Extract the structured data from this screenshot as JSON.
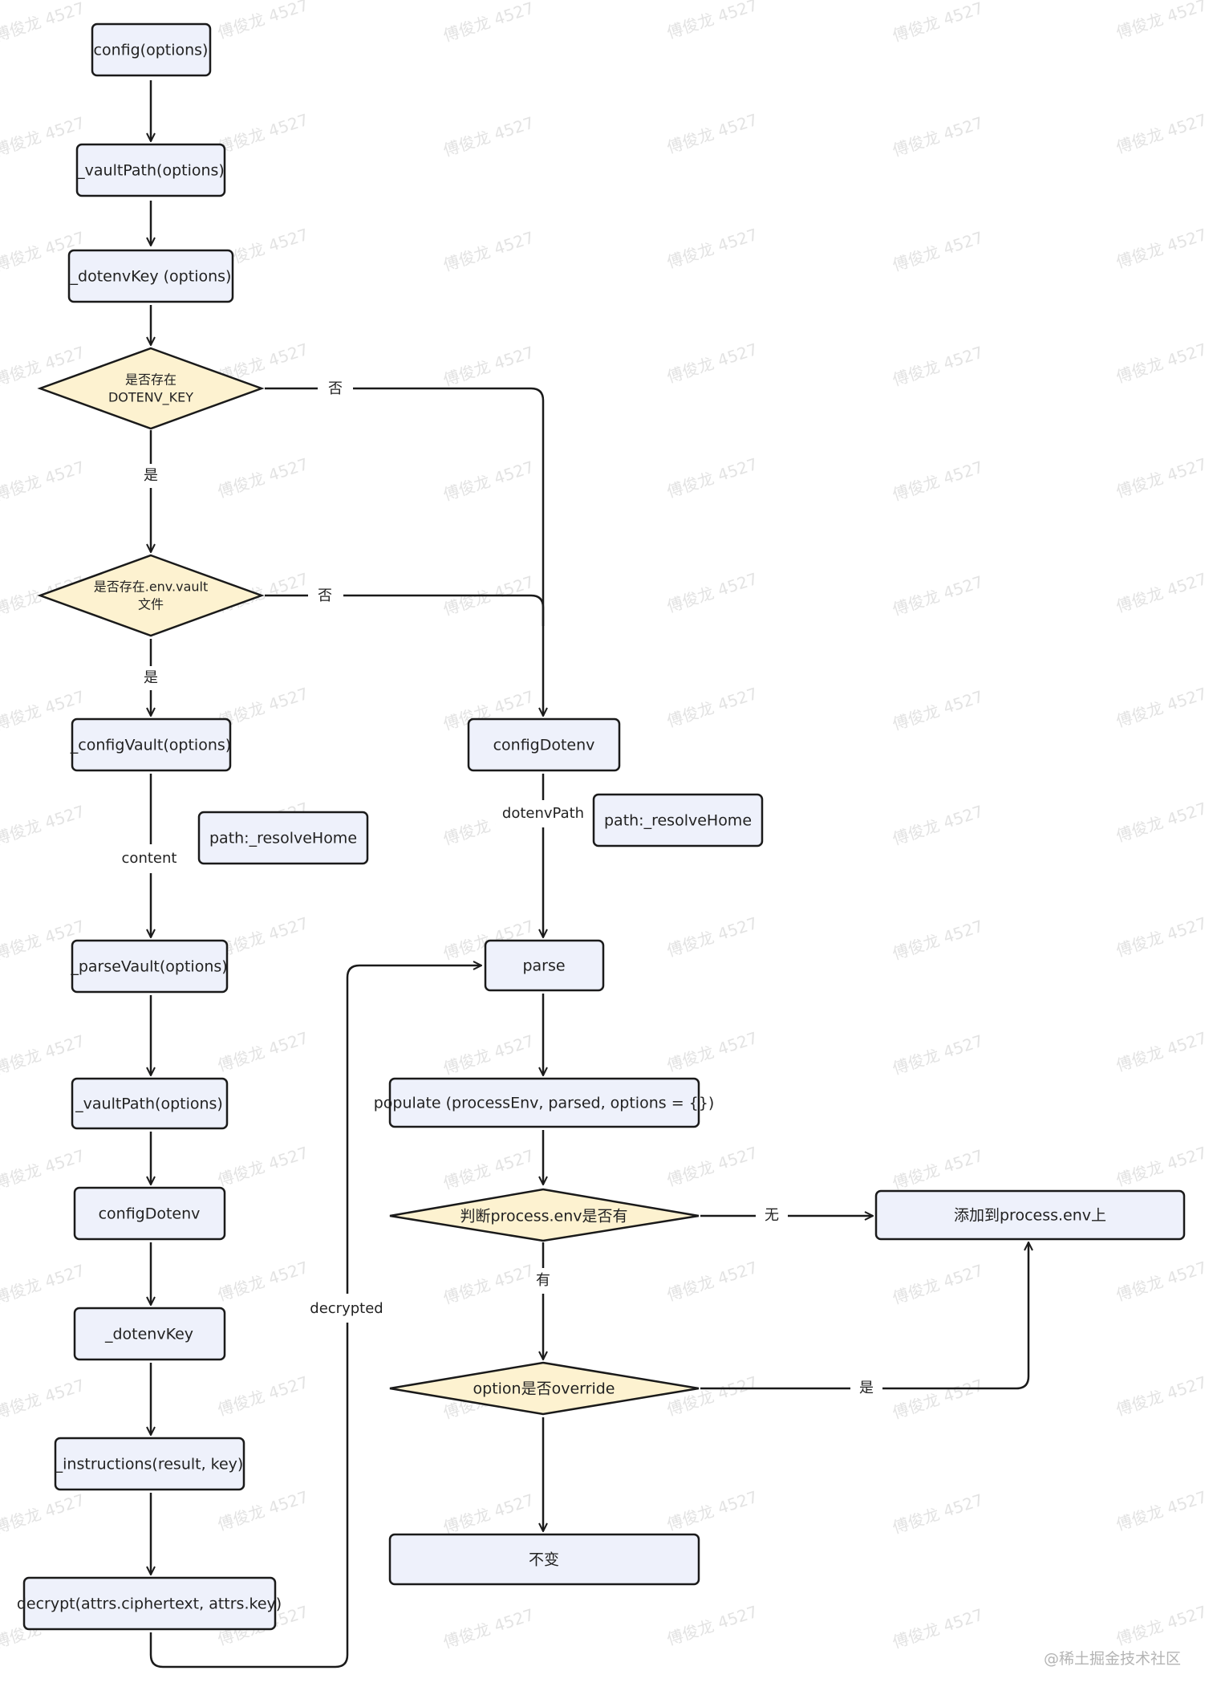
{
  "watermark": "傅俊龙 4527",
  "credit": "@稀土掘金技术社区",
  "nodes": {
    "config": "config(options)",
    "vaultPath1": "_vaultPath(options)",
    "dotenvKey1": "_dotenvKey (options)",
    "hasKey_l1": "是否存在",
    "hasKey_l2": "DOTENV_KEY",
    "hasVault_l1": "是否存在.env.vault",
    "hasVault_l2": "文件",
    "configVault": "_configVault(options)",
    "pathNote1": "path:_resolveHome",
    "parseVault": "_parseVault(options)",
    "vaultPath2": "_vaultPath(options)",
    "configDotenvL": "configDotenv",
    "dotenvKey2": "_dotenvKey",
    "instructions": "_instructions(result, key)",
    "decrypt": "decrypt(attrs.ciphertext, attrs.key)",
    "configDotenvR": "configDotenv",
    "pathNote2": "path:_resolveHome",
    "parse": "parse",
    "populate": "populate (processEnv, parsed, options = {})",
    "judgeEnv": "判断process.env是否有",
    "addEnv": "添加到process.env上",
    "override": "option是否override",
    "unchanged": "不变"
  },
  "edge_labels": {
    "no1": "否",
    "yes1": "是",
    "no2": "否",
    "yes2": "是",
    "content": "content",
    "dotenvPath": "dotenvPath",
    "decrypted": "decrypted",
    "none": "无",
    "has": "有",
    "yes3": "是"
  },
  "colors": {
    "box_fill": "#eef1fb",
    "diamond_fill": "#fdf2d0",
    "stroke": "#1a1a1a",
    "watermark": "#e3e3e3"
  }
}
